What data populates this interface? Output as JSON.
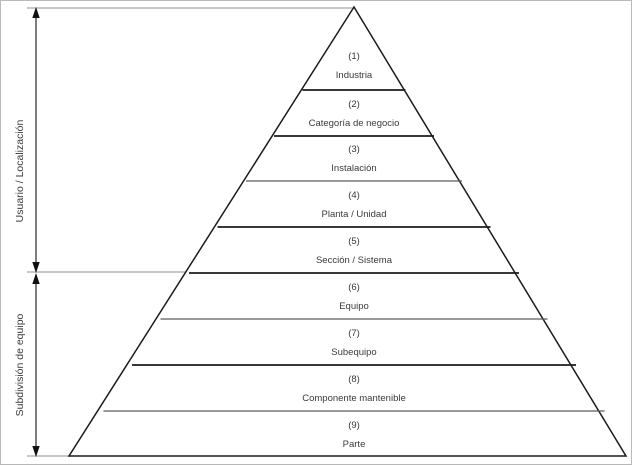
{
  "figure": {
    "type": "pyramid-hierarchy-diagram",
    "background_color": "#ffffff",
    "border_color": "#b9b9b9",
    "line_color": "#1b1b1b",
    "guide_color": "#a8a8a8",
    "text_color": "#3a3a3a"
  },
  "axes": {
    "upper": {
      "label": "Usuario / Localización",
      "covers_levels": [
        1,
        2,
        3,
        4,
        5
      ],
      "arrow_style": "double-headed"
    },
    "lower": {
      "label": "Subdivisión de equipo",
      "covers_levels": [
        6,
        7,
        8,
        9
      ],
      "arrow_style": "double-headed"
    }
  },
  "levels": [
    {
      "number": "(1)",
      "name": "Industria"
    },
    {
      "number": "(2)",
      "name": "Categoría de negocio"
    },
    {
      "number": "(3)",
      "name": "Instalación"
    },
    {
      "number": "(4)",
      "name": "Planta / Unidad"
    },
    {
      "number": "(5)",
      "name": "Sección / Sistema"
    },
    {
      "number": "(6)",
      "name": "Equipo"
    },
    {
      "number": "(7)",
      "name": "Subequipo"
    },
    {
      "number": "(8)",
      "name": "Componente mantenible"
    },
    {
      "number": "(9)",
      "name": "Parte"
    }
  ]
}
